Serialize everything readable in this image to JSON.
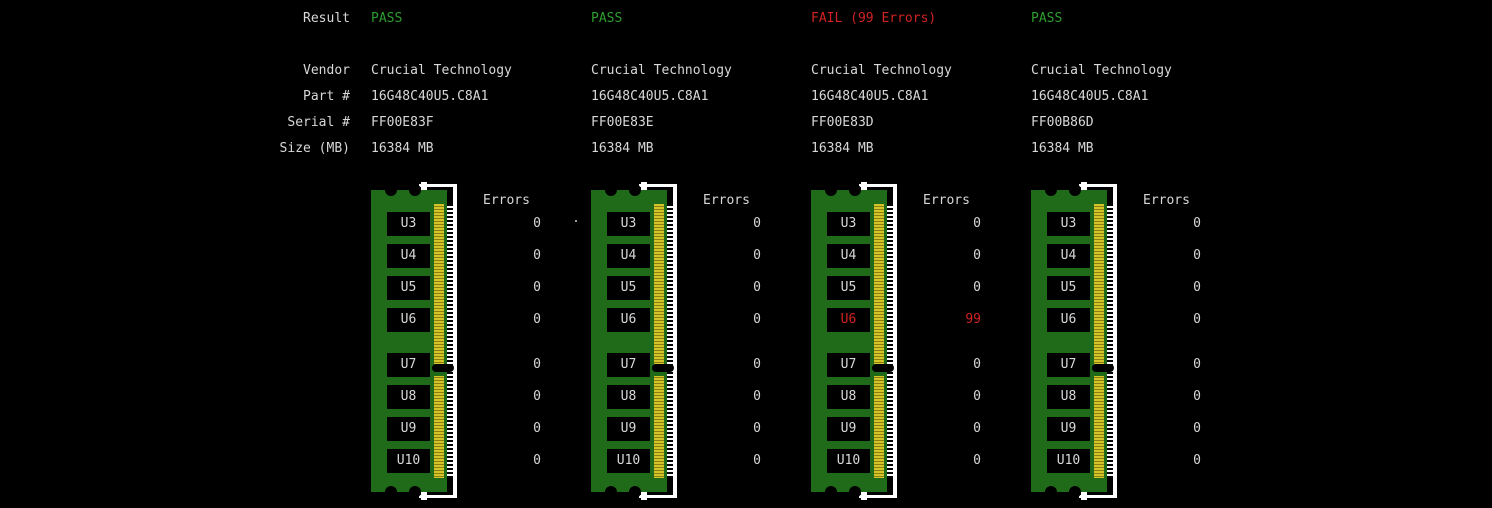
{
  "labels": {
    "result": "Result",
    "vendor": "Vendor",
    "part": "Part #",
    "serial": "Serial #",
    "size": "Size (MB)",
    "errors_header": "Errors"
  },
  "colors": {
    "pass": "#2e9e2e",
    "fail": "#d22222",
    "pcb": "#1f6b1a",
    "contacts": "#d4c42a",
    "chip": "#000000"
  },
  "modules": [
    {
      "result": "PASS",
      "status": "pass",
      "vendor": "Crucial Technology",
      "part": "16G48C40U5.C8A1",
      "serial": "FF00E83F",
      "size": "16384 MB",
      "chips": [
        {
          "name": "U3",
          "errors": "0"
        },
        {
          "name": "U4",
          "errors": "0"
        },
        {
          "name": "U5",
          "errors": "0"
        },
        {
          "name": "U6",
          "errors": "0"
        },
        {
          "name": "U7",
          "errors": "0"
        },
        {
          "name": "U8",
          "errors": "0"
        },
        {
          "name": "U9",
          "errors": "0"
        },
        {
          "name": "U10",
          "errors": "0"
        }
      ]
    },
    {
      "result": "PASS",
      "status": "pass",
      "vendor": "Crucial Technology",
      "part": "16G48C40U5.C8A1",
      "serial": "FF00E83E",
      "size": "16384 MB",
      "chips": [
        {
          "name": "U3",
          "errors": "0"
        },
        {
          "name": "U4",
          "errors": "0"
        },
        {
          "name": "U5",
          "errors": "0"
        },
        {
          "name": "U6",
          "errors": "0"
        },
        {
          "name": "U7",
          "errors": "0"
        },
        {
          "name": "U8",
          "errors": "0"
        },
        {
          "name": "U9",
          "errors": "0"
        },
        {
          "name": "U10",
          "errors": "0"
        }
      ]
    },
    {
      "result": "FAIL (99 Errors)",
      "status": "fail",
      "vendor": "Crucial Technology",
      "part": "16G48C40U5.C8A1",
      "serial": "FF00E83D",
      "size": "16384 MB",
      "chips": [
        {
          "name": "U3",
          "errors": "0"
        },
        {
          "name": "U4",
          "errors": "0"
        },
        {
          "name": "U5",
          "errors": "0"
        },
        {
          "name": "U6",
          "errors": "99",
          "bad": true
        },
        {
          "name": "U7",
          "errors": "0"
        },
        {
          "name": "U8",
          "errors": "0"
        },
        {
          "name": "U9",
          "errors": "0"
        },
        {
          "name": "U10",
          "errors": "0"
        }
      ]
    },
    {
      "result": "PASS",
      "status": "pass",
      "vendor": "Crucial Technology",
      "part": "16G48C40U5.C8A1",
      "serial": "FF00B86D",
      "size": "16384 MB",
      "chips": [
        {
          "name": "U3",
          "errors": "0"
        },
        {
          "name": "U4",
          "errors": "0"
        },
        {
          "name": "U5",
          "errors": "0"
        },
        {
          "name": "U6",
          "errors": "0"
        },
        {
          "name": "U7",
          "errors": "0"
        },
        {
          "name": "U8",
          "errors": "0"
        },
        {
          "name": "U9",
          "errors": "0"
        },
        {
          "name": "U10",
          "errors": "0"
        }
      ]
    }
  ]
}
